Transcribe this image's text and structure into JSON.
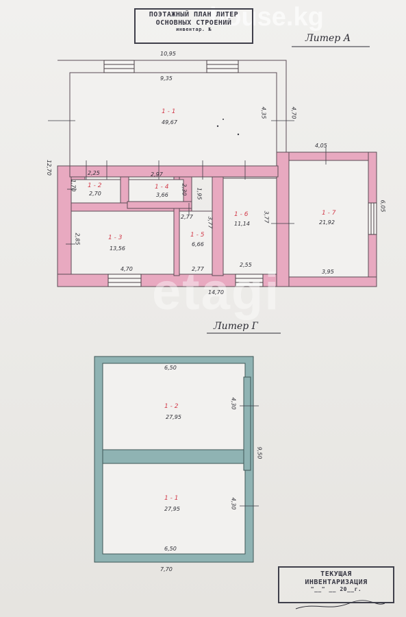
{
  "watermark": {
    "site": "house.kg",
    "center": "etagi"
  },
  "top_stamp": {
    "line1": "ПОЭТАЖНЫЙ ПЛАН ЛИТЕР",
    "line2": "ОСНОВНЫХ СТРОЕНИЙ",
    "line3": "инвентар. №"
  },
  "bottom_stamp": {
    "line1": "ТЕКУЩАЯ",
    "line2": "ИНВЕНТАРИЗАЦИЯ",
    "line3": "\"__\" __ 20__г."
  },
  "liter_a": {
    "title": "Литер А",
    "wall_color": "#e8a9c0",
    "dims": {
      "top_outer": "10,95",
      "top_inner": "9,35",
      "right_room1": "4,35",
      "right_outer": "4,70",
      "left_outer": "12,70",
      "bottom_outer": "14,70",
      "room7_top": "4,05",
      "room7_right": "6,05",
      "room7_bottom": "3,95",
      "room3_left": "2,85",
      "room3_bottom": "4,70",
      "room2_left": "1,70",
      "room2_top": "2,25",
      "room4_top": "2,97",
      "room4_right": "2,30",
      "corr_right": "1,95",
      "room5_left": "2,77",
      "room5_bottom": "2,77",
      "room6_left": "3,77",
      "room6_right": "3,77",
      "room6_bottom": "2,55"
    },
    "rooms": [
      {
        "num": "1 - 1",
        "area": "49,67"
      },
      {
        "num": "1 - 2",
        "area": "2,70"
      },
      {
        "num": "1 - 3",
        "area": "13,56"
      },
      {
        "num": "1 - 4",
        "area": "3,66"
      },
      {
        "num": "1 - 5",
        "area": "6,66"
      },
      {
        "num": "1 - 6",
        "area": "11,14"
      },
      {
        "num": "1 - 7",
        "area": "21,92"
      }
    ]
  },
  "liter_g": {
    "title": "Литер Г",
    "wall_color": "#8fb3b3",
    "dims": {
      "top": "6,50",
      "right_upper": "4,30",
      "right_outer": "9,50",
      "right_lower": "4,30",
      "bottom_inner": "6,50",
      "bottom_outer": "7,70"
    },
    "rooms": [
      {
        "num": "1 - 2",
        "area": "27,95"
      },
      {
        "num": "1 - 1",
        "area": "27,95"
      }
    ]
  }
}
